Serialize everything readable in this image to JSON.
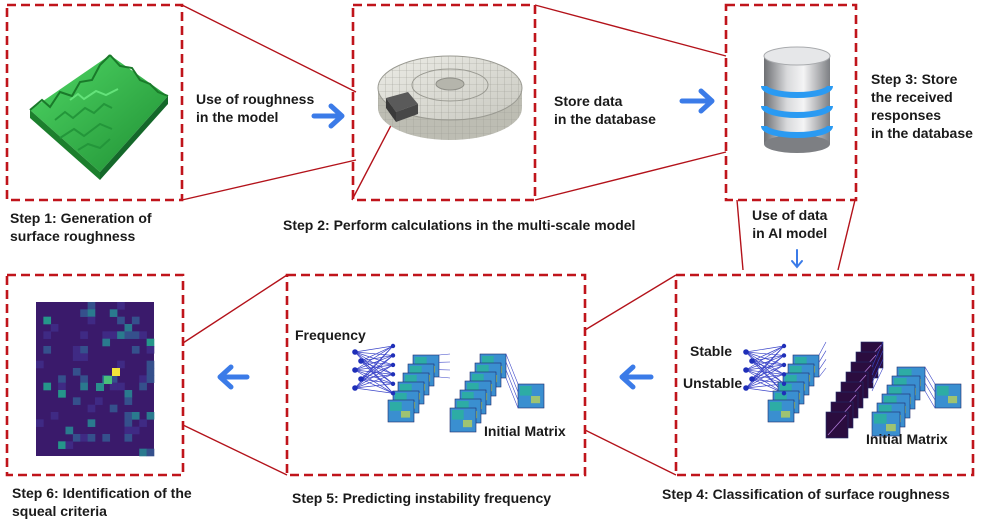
{
  "colors": {
    "frame": "#c0141b",
    "connector": "#b3121a",
    "arrow": "#3b7be8",
    "terrain": "#2fb84a",
    "heatmap_bg": "#3a1a6b",
    "text": "#1a1a1a"
  },
  "steps": {
    "step1": {
      "caption": "Step 1: Generation of\nsurface roughness"
    },
    "step2": {
      "caption": "Step 2: Perform   calculations in the multi-scale model"
    },
    "step3": {
      "caption": "Step 3: Store\nthe received\nresponses\nin the database"
    },
    "step4": {
      "caption": "Step 4: Classification of surface roughness"
    },
    "step5": {
      "caption": "Step 5: Predicting instability frequency"
    },
    "step6": {
      "caption": "Step 6: Identification of the\nsqueal criteria"
    }
  },
  "transitions": {
    "roughness": "Use of roughness\nin the model",
    "store": "Store data\nin the database",
    "ai": "Use of data\nin AI model"
  },
  "network_labels": {
    "stable": "Stable",
    "unstable": "Unstable",
    "frequency": "Frequency",
    "initial_matrix_4": "Initial Matrix",
    "initial_matrix_5": "Initial Matrix"
  },
  "icons": {
    "terrain": "rough-surface-icon",
    "brake_disc": "brake-disc-model-icon",
    "database": "database-icon",
    "cnn": "neural-network-icon",
    "heatmap": "heatmap-icon"
  }
}
